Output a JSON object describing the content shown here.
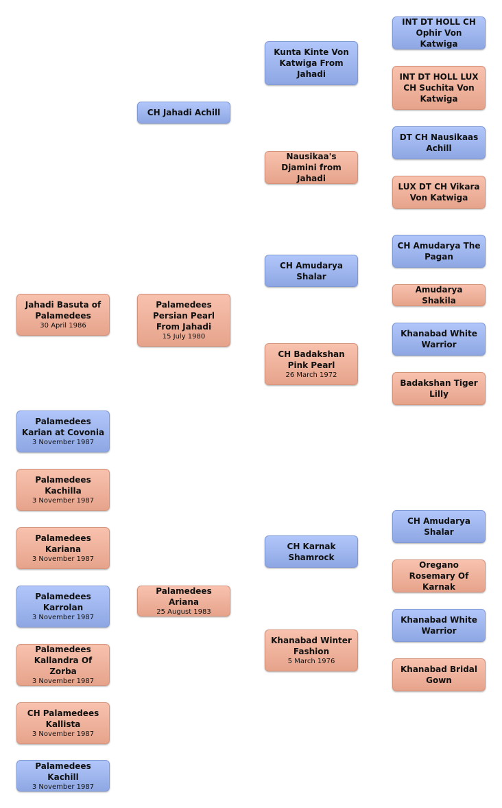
{
  "colors": {
    "male": "#9fb6f0",
    "female": "#f0b39d"
  },
  "offspring": [
    {
      "name": "Jahadi Basuta of Palamedees",
      "date": "30 April 1986",
      "sex": "female"
    },
    {
      "name": "Palamedees Karian at Covonia",
      "date": "3 November 1987",
      "sex": "male"
    },
    {
      "name": "Palamedees Kachilla",
      "date": "3 November 1987",
      "sex": "female"
    },
    {
      "name": "Palamedees Kariana",
      "date": "3 November 1987",
      "sex": "female"
    },
    {
      "name": "Palamedees Karrolan",
      "date": "3 November 1987",
      "sex": "male"
    },
    {
      "name": "Palamedees Kallandra Of Zorba",
      "date": "3 November 1987",
      "sex": "female"
    },
    {
      "name": "CH Palamedees Kallista",
      "date": "3 November 1987",
      "sex": "female"
    },
    {
      "name": "Palamedees Kachill",
      "date": "3 November 1987",
      "sex": "male"
    }
  ],
  "parents": [
    {
      "name": "CH Jahadi Achill",
      "date": "",
      "sex": "male"
    },
    {
      "name": "Palamedees Persian Pearl From Jahadi",
      "date": "15 July 1980",
      "sex": "female"
    },
    {
      "name": "Palamedees Ariana",
      "date": "25 August 1983",
      "sex": "female"
    }
  ],
  "grandparents": [
    {
      "name": "Kunta Kinte Von Katwiga From Jahadi",
      "date": "",
      "sex": "male"
    },
    {
      "name": "Nausikaa's Djamini from Jahadi",
      "date": "",
      "sex": "female"
    },
    {
      "name": "CH Amudarya Shalar",
      "date": "",
      "sex": "male"
    },
    {
      "name": "CH Badakshan Pink Pearl",
      "date": "26 March 1972",
      "sex": "female"
    },
    {
      "name": "CH Karnak Shamrock",
      "date": "",
      "sex": "male"
    },
    {
      "name": "Khanabad Winter Fashion",
      "date": "5 March 1976",
      "sex": "female"
    }
  ],
  "great_grandparents": [
    {
      "name": "INT DT HOLL CH Ophir Von Katwiga",
      "date": "",
      "sex": "male"
    },
    {
      "name": "INT DT HOLL LUX CH Suchita Von Katwiga",
      "date": "",
      "sex": "female"
    },
    {
      "name": "DT CH Nausikaas Achill",
      "date": "",
      "sex": "male"
    },
    {
      "name": "LUX DT CH Vikara Von Katwiga",
      "date": "",
      "sex": "female"
    },
    {
      "name": "CH Amudarya The Pagan",
      "date": "",
      "sex": "male"
    },
    {
      "name": "Amudarya Shakila",
      "date": "",
      "sex": "female"
    },
    {
      "name": "Khanabad White Warrior",
      "date": "",
      "sex": "male"
    },
    {
      "name": "Badakshan Tiger Lilly",
      "date": "",
      "sex": "female"
    },
    {
      "name": "CH Amudarya Shalar",
      "date": "",
      "sex": "male"
    },
    {
      "name": "Oregano Rosemary Of Karnak",
      "date": "",
      "sex": "female"
    },
    {
      "name": "Khanabad White Warrior",
      "date": "",
      "sex": "male"
    },
    {
      "name": "Khanabad Bridal Gown",
      "date": "",
      "sex": "female"
    }
  ]
}
